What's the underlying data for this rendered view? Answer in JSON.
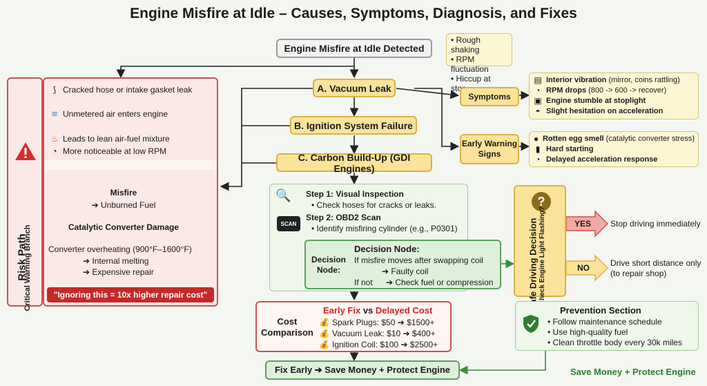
{
  "title": "Engine Misfire at Idle – Causes, Symptoms, Diagnosis, and Fixes",
  "top_node": "Engine Misfire at Idle Detected",
  "top_notes": [
    "Rough shaking",
    "RPM fluctuation",
    "Hiccup at stop"
  ],
  "causes": {
    "a": "A. Vacuum Leak",
    "b": "B. Ignition System Failure",
    "c": "C. Carbon Build-Up (GDI Engines)"
  },
  "risk": {
    "side_title": "Risk Path",
    "side_subtitle": "Critical Warning Branch",
    "steps": [
      {
        "icon": "hose-icon",
        "glyph": "⟆",
        "text": "Cracked hose or intake gasket leak"
      },
      {
        "icon": "air-icon",
        "glyph": "≋",
        "text": "Unmetered air enters engine"
      },
      {
        "icon": "flame-icon",
        "glyph": "🔥",
        "text": "Leads to lean air-fuel mixture"
      },
      {
        "icon": "gauge-icon",
        "glyph": "◔",
        "text": "More noticeable at low RPM"
      }
    ],
    "misfire": "Misfire",
    "unburned": "➔ Unburned Fuel",
    "cat_damage": "Catalytic Converter Damage",
    "overheat": "Converter overheating (900°F–1600°F)",
    "melting": "➔ Internal melting",
    "expensive": "➔ Expensive repair",
    "warning": "\"Ignoring this = 10x higher repair cost\""
  },
  "symptoms": {
    "label": "Symptoms",
    "items": [
      {
        "bold": "Interior vibration",
        "rest": " (mirror, coins rattling)"
      },
      {
        "bold": "RPM drops",
        "rest": " (800 -> 600 -> recover)"
      },
      {
        "bold": "Engine stumble at stoplight",
        "rest": ""
      },
      {
        "bold": "Slight hesitation on acceleration",
        "rest": ""
      }
    ]
  },
  "early_warning": {
    "label_line1": "Early Warning",
    "label_line2": "Signs",
    "items": [
      {
        "bold": "Rotten egg smell",
        "rest": " (catalytic converter stress)"
      },
      {
        "bold": "Hard starting",
        "rest": ""
      },
      {
        "bold": "Delayed acceleration response",
        "rest": ""
      }
    ]
  },
  "diagnosis": {
    "step1_title": "Step 1: Visual Inspection",
    "step1_text": "Check hoses for cracks or leaks.",
    "step2_title": "Step 2: OBD2 Scan",
    "step2_text": "Identify misfiring cylinder (e.g., P0301)",
    "scan_label": "SCAN",
    "decision_label_1": "Decision",
    "decision_label_2": "Node:",
    "decision_title": "Decision Node:",
    "decision_line1": "If misfire moves after swapping coil",
    "decision_line2": "➔ Faulty coil",
    "decision_line3a": "If not",
    "decision_line3b": "➔ Check fuel or compression"
  },
  "safe": {
    "title": "Safe Driving Decision",
    "question": "Is Check Engine Light Flashing?",
    "yes": "YES",
    "no": "NO",
    "yes_action": "Stop driving immediately",
    "no_action_1": "Drive short distance only",
    "no_action_2": "(to repair shop)"
  },
  "cost": {
    "label_1": "Cost",
    "label_2": "Comparison",
    "early": "Early Fix",
    "vs": "vs",
    "delayed": "Delayed Cost",
    "rows": [
      "Spark Plugs: $50  ➔ $1500+",
      "Vacuum Leak: $10  ➔ $400+",
      "Ignition Coil: $100  ➔ $2500+"
    ]
  },
  "prevention": {
    "title": "Prevention Section",
    "items": [
      "Follow maintenance schedule",
      "Use high-quality fuel",
      "Clean throttle body every 30k miles"
    ]
  },
  "final": "Fix Early ➔ Save Money + Protect Engine",
  "footer": "Save Money + Protect Engine",
  "colors": {
    "accent_red": "#c62828",
    "accent_green": "#2e7d32",
    "yellow": "#fbe39a"
  }
}
